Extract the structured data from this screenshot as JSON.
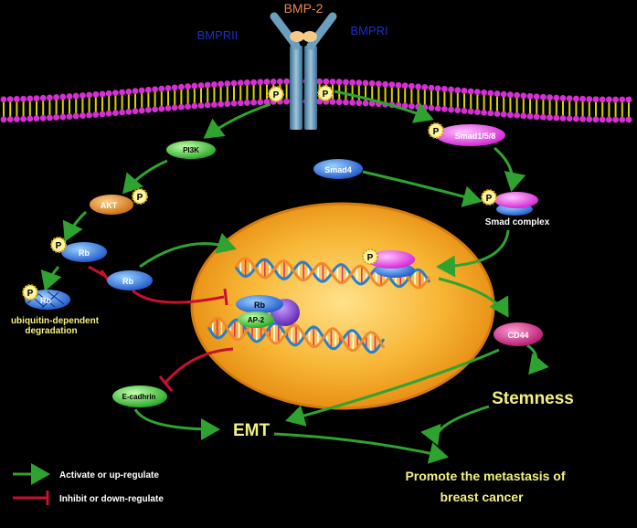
{
  "receptors": {
    "ligand": "BMP-2",
    "receptor_2": "BMPRII",
    "receptor_1": "BMPRI"
  },
  "phospho": "P",
  "proteins": {
    "pi3k": "PI3K",
    "akt": "AKT",
    "rb": "Rb",
    "smad158": "Smad1/5/8",
    "smad4": "Smad4",
    "ap2": "AP-2",
    "ecadherin": "E-cadhrin",
    "cd44": "CD44"
  },
  "labels": {
    "smad_complex": "Smad complex",
    "degradation_1": "ubiquitin-dependent",
    "degradation_2": "degradation",
    "stemness": "Stemness",
    "emt": "EMT",
    "outcome_1": "Promote the metastasis of",
    "outcome_2": "breast cancer"
  },
  "legend": {
    "activate": "Activate or up-regulate",
    "inhibit": "Inhibit or down-regulate"
  },
  "colors": {
    "activate_arrow": "#2fa32f",
    "inhibit_line": "#c8102e",
    "nucleus": "#f2a21e",
    "membrane_head": "#d62fd6",
    "yellow_text": "#f4f082",
    "receptor_text": "#1a2fc8"
  }
}
